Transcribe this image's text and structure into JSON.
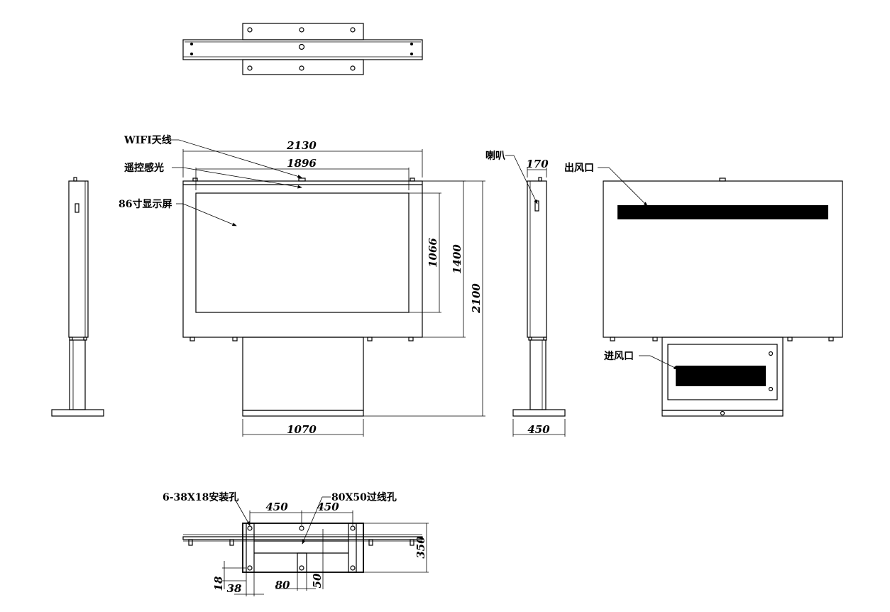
{
  "labels": {
    "wifi": "WIFI天线",
    "remote": "遥控感光",
    "screen": "86寸显示屏",
    "speaker": "喇叭",
    "outlet": "出风口",
    "inlet": "进风口",
    "mount_holes": "6-38X18安装孔",
    "cable_hole": "80X50过线孔"
  },
  "dims": {
    "w2130": "2130",
    "w1896": "1896",
    "h1066": "1066",
    "h1400": "1400",
    "h2100": "2100",
    "w1070": "1070",
    "d170": "170",
    "d450": "450",
    "b450a": "450",
    "b450b": "450",
    "b350": "350",
    "b18": "18",
    "b38": "38",
    "b80": "80",
    "b50": "50"
  },
  "colors": {
    "line": "#000000",
    "background": "#ffffff"
  }
}
